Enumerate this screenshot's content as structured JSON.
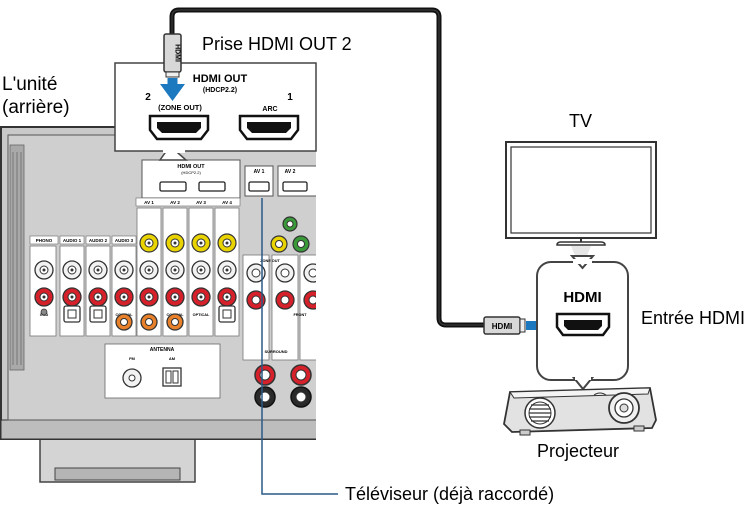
{
  "labels": {
    "unit": [
      "L'unité",
      "(arrière)"
    ],
    "hdmi_out_jack": "Prise HDMI OUT 2",
    "tv": "TV",
    "hdmi_input": "Entrée HDMI",
    "projector": "Projecteur",
    "television_connected": "Téléviseur (déjà raccordé)"
  },
  "zoom_panel": {
    "title": "HDMI OUT",
    "subtitle": "(HDCP2.2)",
    "port_2_number": "2",
    "port_2_label": "(ZONE OUT)",
    "port_1_number": "1",
    "port_1_label": "ARC"
  },
  "connector": {
    "plug_text": "HDMI"
  },
  "projector_box": {
    "label": "HDMI"
  },
  "rear_panel": {
    "hdmi_out_title": "HDMI OUT",
    "hdmi_out_sub": "(HDCP2.2)",
    "av_labels": [
      "AV 1",
      "AV 2"
    ],
    "row_labels": [
      "PHONO",
      "AUDIO 1",
      "AUDIO 2",
      "AUDIO 3",
      "AV 1",
      "AV 2",
      "AV 3",
      "AV 4"
    ],
    "antenna": "ANTENNA",
    "fm": "FM",
    "am": "AM",
    "gnd": "GND",
    "optical": "OPTICAL",
    "coaxial": "COAXIAL",
    "surround": "SURROUND",
    "front": "FRONT",
    "zone_out": "ZONE OUT"
  },
  "colors": {
    "arrow_blue": "#1c79c0",
    "cable_line": "#000000",
    "callout_line": "#2a5a8a",
    "panel_gray": "#c9c9c9",
    "jack_yellow": "#e9d300",
    "jack_red": "#d6202a",
    "jack_orange": "#e8812a",
    "jack_green": "#3a9a3a"
  }
}
